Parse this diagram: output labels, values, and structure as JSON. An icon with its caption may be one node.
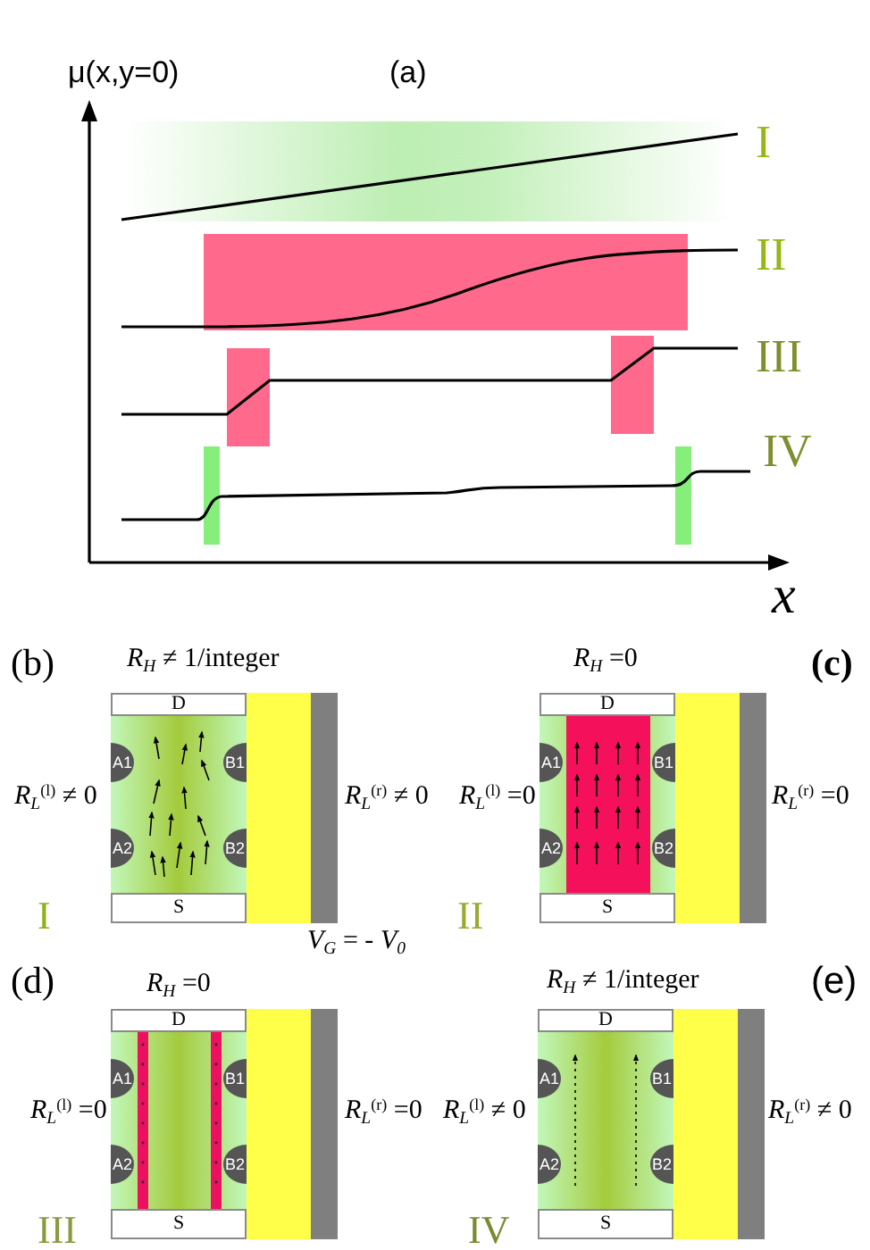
{
  "diagram": {
    "nodes": [
      {
        "text": [
          "D"
        ]
      },
      {
        "text": [
          "A1"
        ]
      },
      {
        "text": [
          "B1"
        ]
      },
      {
        "text": [
          "A2"
        ]
      },
      {
        "text": [
          "B2"
        ]
      },
      {
        "text": [
          "S"
        ]
      },
      {
        "text": [],
        "shape": "bar"
      },
      {
        "text": [],
        "shape": "bar"
      },
      {
        "text": [
          "D"
        ]
      },
      {
        "text": [
          "A1"
        ]
      },
      {
        "text": [
          "B1"
        ]
      },
      {
        "text": [
          "A2"
        ]
      },
      {
        "text": [
          "B2"
        ]
      },
      {
        "text": [
          "S"
        ]
      },
      {
        "text": [],
        "shape": "bar"
      },
      {
        "text": [],
        "shape": "bar"
      },
      {
        "text": [
          "D"
        ]
      },
      {
        "text": [
          "A1"
        ]
      },
      {
        "text": [
          "B1"
        ]
      },
      {
        "text": [
          "A2"
        ]
      },
      {
        "text": [
          "B2"
        ]
      },
      {
        "text": [
          "S"
        ]
      },
      {
        "text": [],
        "shape": "bar"
      },
      {
        "text": [],
        "shape": "bar"
      },
      {
        "text": [
          "D"
        ]
      },
      {
        "text": [
          "A1"
        ]
      },
      {
        "text": [
          "B1"
        ]
      },
      {
        "text": [
          "A2"
        ]
      },
      {
        "text": [
          "B2"
        ]
      },
      {
        "text": [
          "S"
        ]
      },
      {
        "text": [],
        "shape": "bar"
      },
      {
        "text": [],
        "shape": "bar"
      }
    ],
    "labels": [
      "μ(x,y=0)",
      "(a)",
      "I",
      "II",
      "III",
      "IV",
      "x",
      "(b)",
      "*R*$_{H}$ ≠ 1/integer",
      "*R*$_{H}$ =0",
      "(c)",
      "*R*$_{L}$$^{(l)}$ ≠ 0",
      "*R*$_{L}$$^{(r)}$ ≠ 0",
      "*R*$_{L}$$^{(l)}$ =0",
      "*R*$_{L}$$^{(r)}$ =0",
      "I",
      "*V*$_{G}$ = - *V*$_{0}$",
      "II",
      "(d)",
      "*R*$_{H}$ =0",
      "*R*$_{H}$ ≠ 1/integer",
      "(e)",
      "*R*$_{L}$$^{(l)}$ =0",
      "*R*$_{L}$$^{(r)}$ =0",
      "*R*$_{L}$$^{(l)}$ ≠ 0",
      "*R*$_{L}$$^{(r)}$ ≠ 0",
      "III",
      "IV"
    ]
  }
}
